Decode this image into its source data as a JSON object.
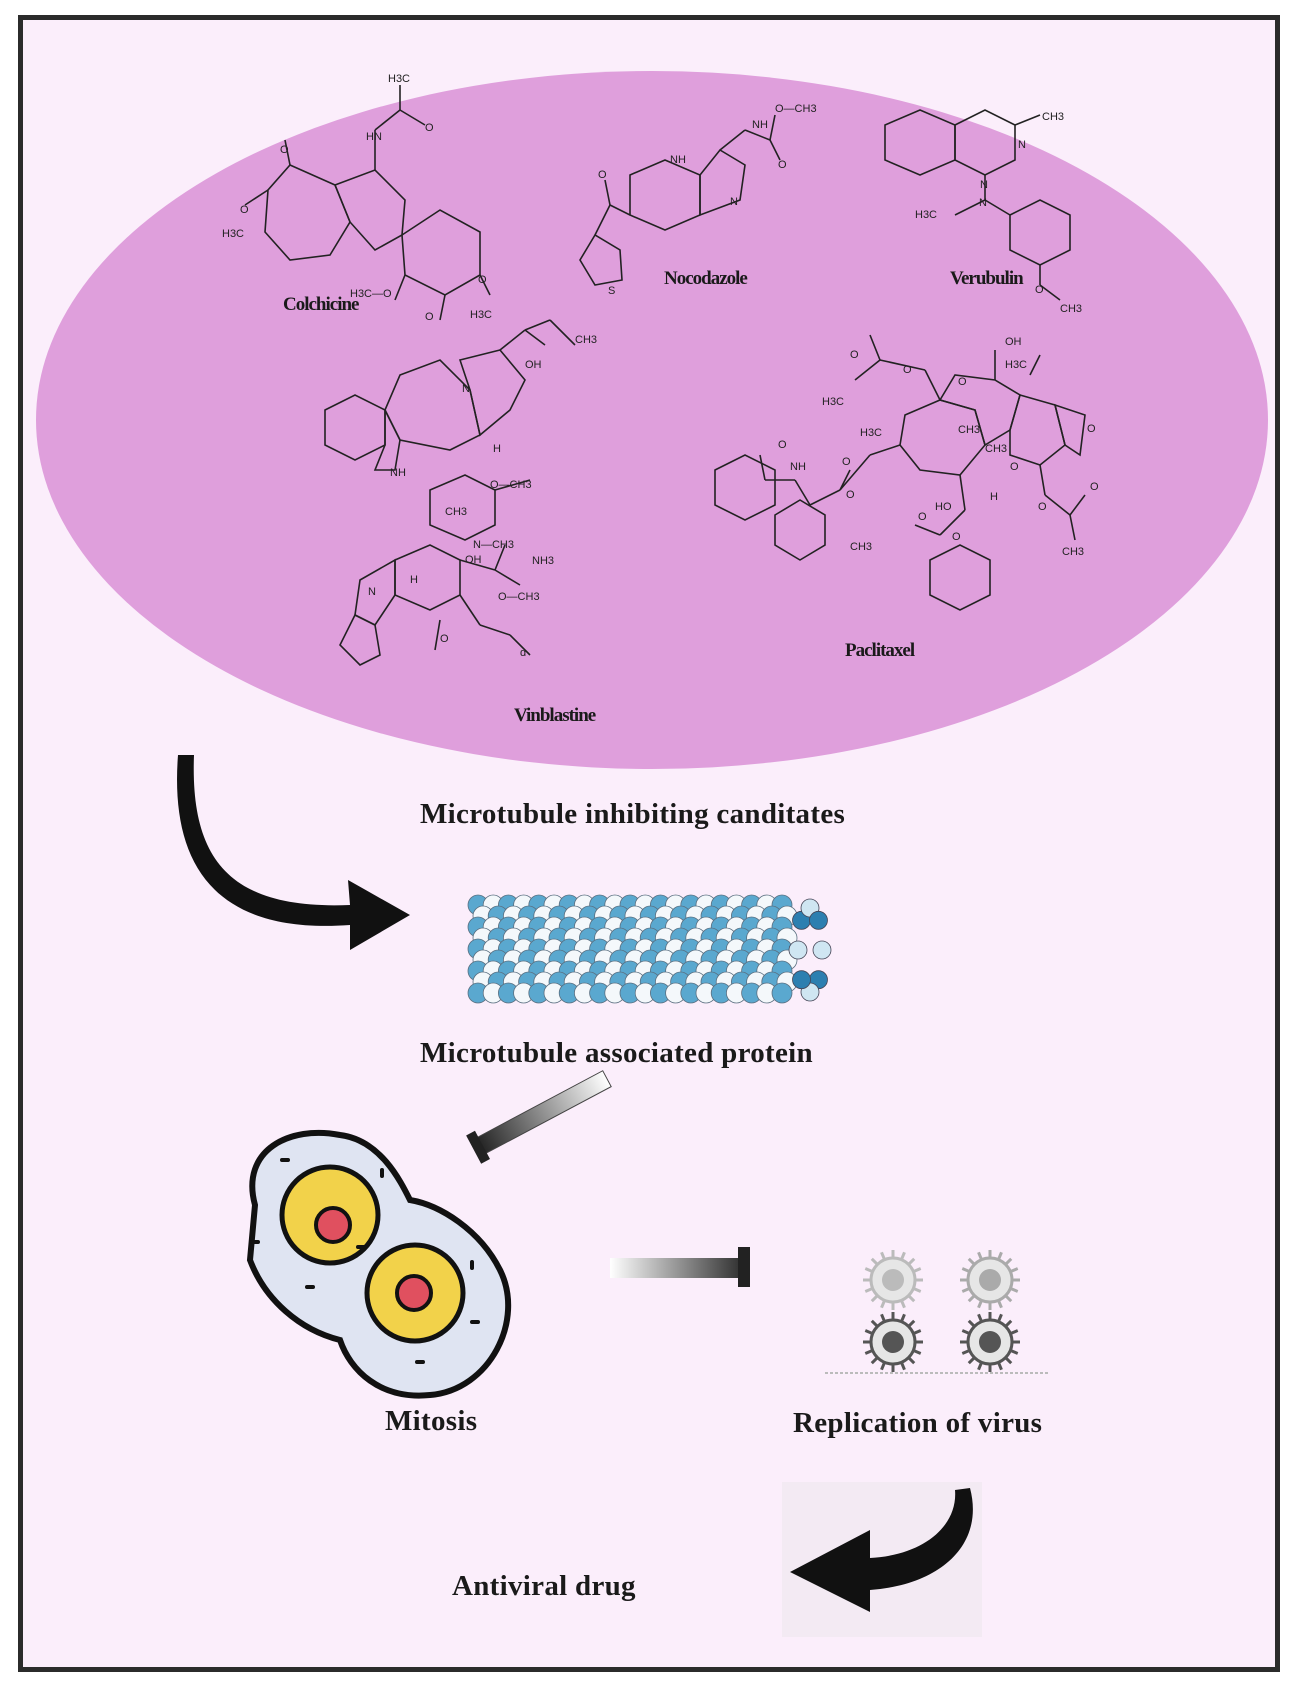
{
  "compounds": {
    "colchicine": "Colchicine",
    "nocodazole": "Nocodazole",
    "verubulin": "Verubulin",
    "vinblastine": "Vinblastine",
    "paclitaxel": "Paclitaxel"
  },
  "labels": {
    "candidates": "Microtubule inhibiting canditates",
    "protein": "Microtubule associated protein",
    "mitosis": "Mitosis",
    "replication": "Replication of virus",
    "drug": "Antiviral drug"
  },
  "colors": {
    "background": "#fbeefb",
    "ellipse": "#df9fdc",
    "microtubule_blue": "#5aa8cf",
    "cell_nucleus": "#f2d24a",
    "nucleolus": "#e0505f",
    "arrow": "#111111"
  }
}
